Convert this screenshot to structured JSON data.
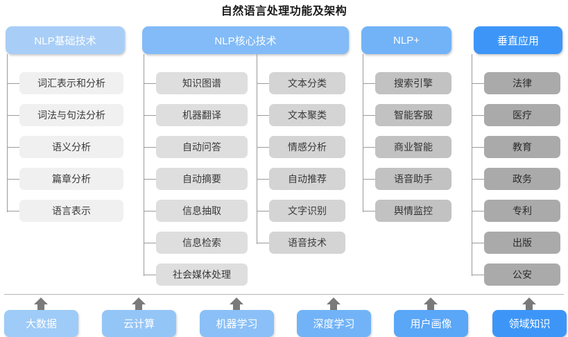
{
  "title": "自然语言处理功能及架构",
  "colors": {
    "header_1": "#a8cef7",
    "header_2": "#82bbf7",
    "header_3": "#72b3f7",
    "header_4": "#3d96f7",
    "node_gray_1": "#f0f0f0",
    "node_gray_2": "#dedede",
    "node_gray_3": "#d4d4d4",
    "node_gray_4": "#c2c2c2",
    "node_gray_5": "#aaaaaa",
    "connector": "#9a9a9a",
    "arrow": "#7a7a7a",
    "title_text": "#1a1a1a"
  },
  "headers": [
    {
      "label": "NLP基础技术",
      "color": "#a8cef7"
    },
    {
      "label": "NLP核心技术",
      "color": "#82bbf7"
    },
    {
      "label": "NLP+",
      "color": "#72b3f7"
    },
    {
      "label": "垂直应用",
      "color": "#3d96f7"
    }
  ],
  "columns": [
    {
      "name": "nlp-basic",
      "header": "NLP基础技术",
      "items": [
        "词汇表示和分析",
        "词法与句法分析",
        "语义分析",
        "篇章分析",
        "语言表示"
      ]
    },
    {
      "name": "nlp-core-left",
      "header": "NLP核心技术",
      "items": [
        "知识图谱",
        "机器翻译",
        "自动问答",
        "自动摘要",
        "信息抽取",
        "信息检索",
        "社会媒体处理"
      ]
    },
    {
      "name": "nlp-core-right",
      "header": "NLP核心技术",
      "items": [
        "文本分类",
        "文本聚类",
        "情感分析",
        "自动推荐",
        "文字识别",
        "语音技术"
      ]
    },
    {
      "name": "nlp-plus",
      "header": "NLP+",
      "items": [
        "搜索引擎",
        "智能客服",
        "商业智能",
        "语音助手",
        "舆情监控"
      ]
    },
    {
      "name": "vertical-application",
      "header": "垂直应用",
      "items": [
        "法律",
        "医疗",
        "教育",
        "政务",
        "专利",
        "出版",
        "公安"
      ]
    }
  ],
  "foundations": [
    {
      "label": "大数据",
      "color": "#9ecbf7"
    },
    {
      "label": "云计算",
      "color": "#94c5f7"
    },
    {
      "label": "机器学习",
      "color": "#8ac0f7"
    },
    {
      "label": "深度学习",
      "color": "#72b3f7"
    },
    {
      "label": "用户画像",
      "color": "#5aa6f7"
    },
    {
      "label": "领域知识",
      "color": "#3d96f7"
    }
  ],
  "watermark": ""
}
